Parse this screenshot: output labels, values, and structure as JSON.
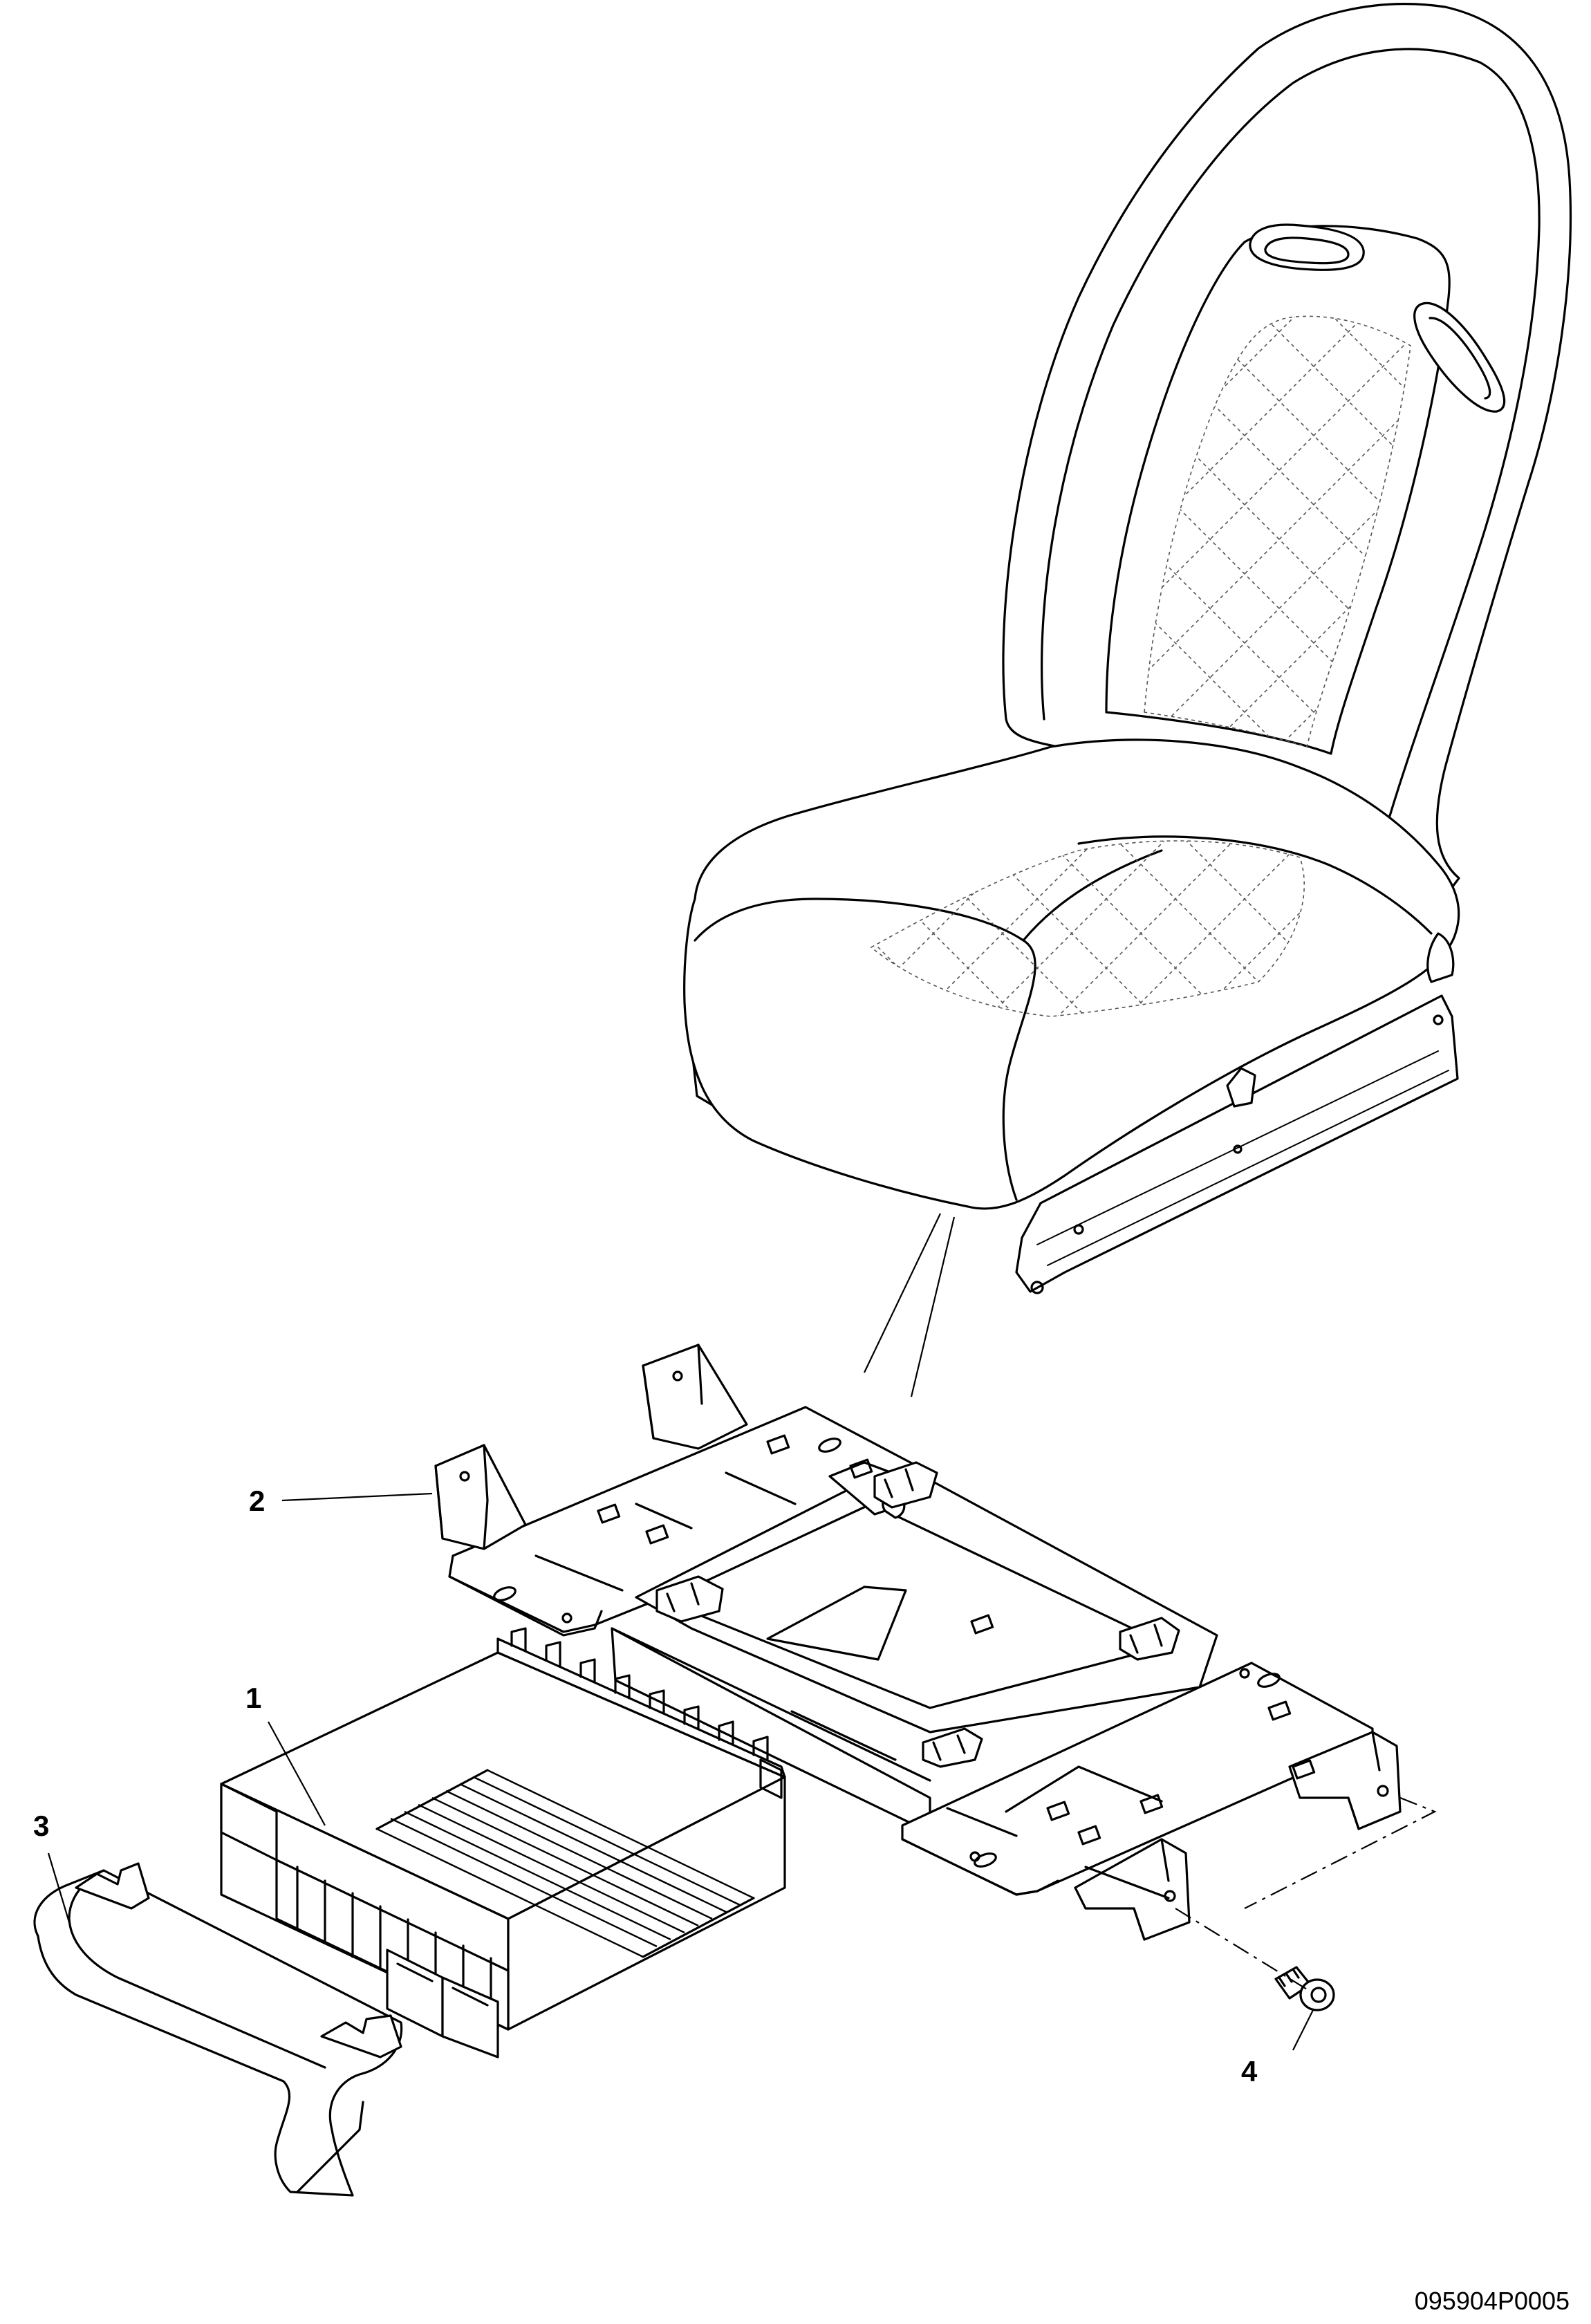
{
  "callouts": {
    "part_1": "1",
    "part_2": "2",
    "part_3": "3",
    "part_4": "4"
  },
  "drawing_reference": "095904P0005",
  "parts": {
    "seat": "seat-illustration",
    "frame": "seat-mounting-frame",
    "module": "seat-control-module",
    "cover": "module-cover",
    "bolt": "screw"
  },
  "colors": {
    "line": "#000000",
    "background": "#ffffff"
  }
}
